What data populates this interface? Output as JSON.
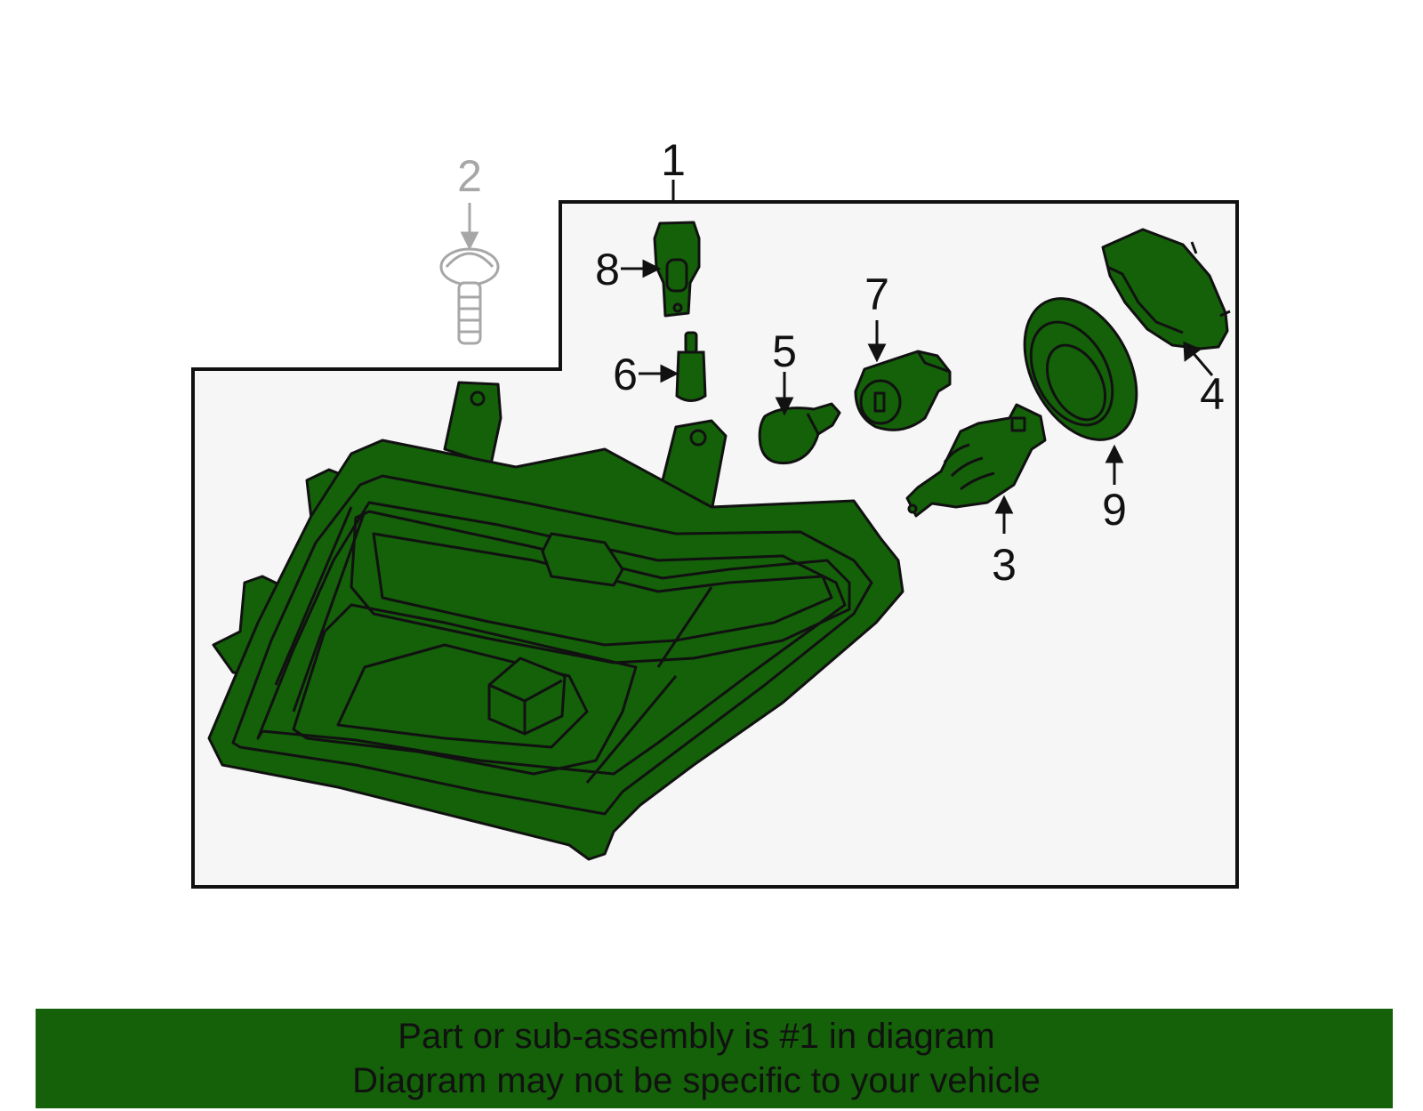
{
  "diagram": {
    "colors": {
      "part_fill": "#146109",
      "panel_bg": "#f6f6f6",
      "outline": "#111111",
      "muted": "#a7a7a7"
    },
    "callouts": [
      {
        "id": "1",
        "label": "1",
        "target": "headlamp-assembly",
        "muted": false
      },
      {
        "id": "2",
        "label": "2",
        "target": "mounting-bolt",
        "muted": true
      },
      {
        "id": "3",
        "label": "3",
        "target": "headlamp-bulb",
        "muted": false
      },
      {
        "id": "4",
        "label": "4",
        "target": "retaining-ring",
        "muted": false
      },
      {
        "id": "5",
        "label": "5",
        "target": "turn-signal-bulb",
        "muted": false
      },
      {
        "id": "6",
        "label": "6",
        "target": "side-marker-bulb",
        "muted": false
      },
      {
        "id": "7",
        "label": "7",
        "target": "bulb-socket",
        "muted": false
      },
      {
        "id": "8",
        "label": "8",
        "target": "marker-socket",
        "muted": false
      },
      {
        "id": "9",
        "label": "9",
        "target": "dust-cover-seal",
        "muted": false
      }
    ]
  },
  "footer": {
    "line1": "Part or sub-assembly is #1 in diagram",
    "line2": "Diagram may not be specific to your vehicle",
    "background": "#146109"
  }
}
